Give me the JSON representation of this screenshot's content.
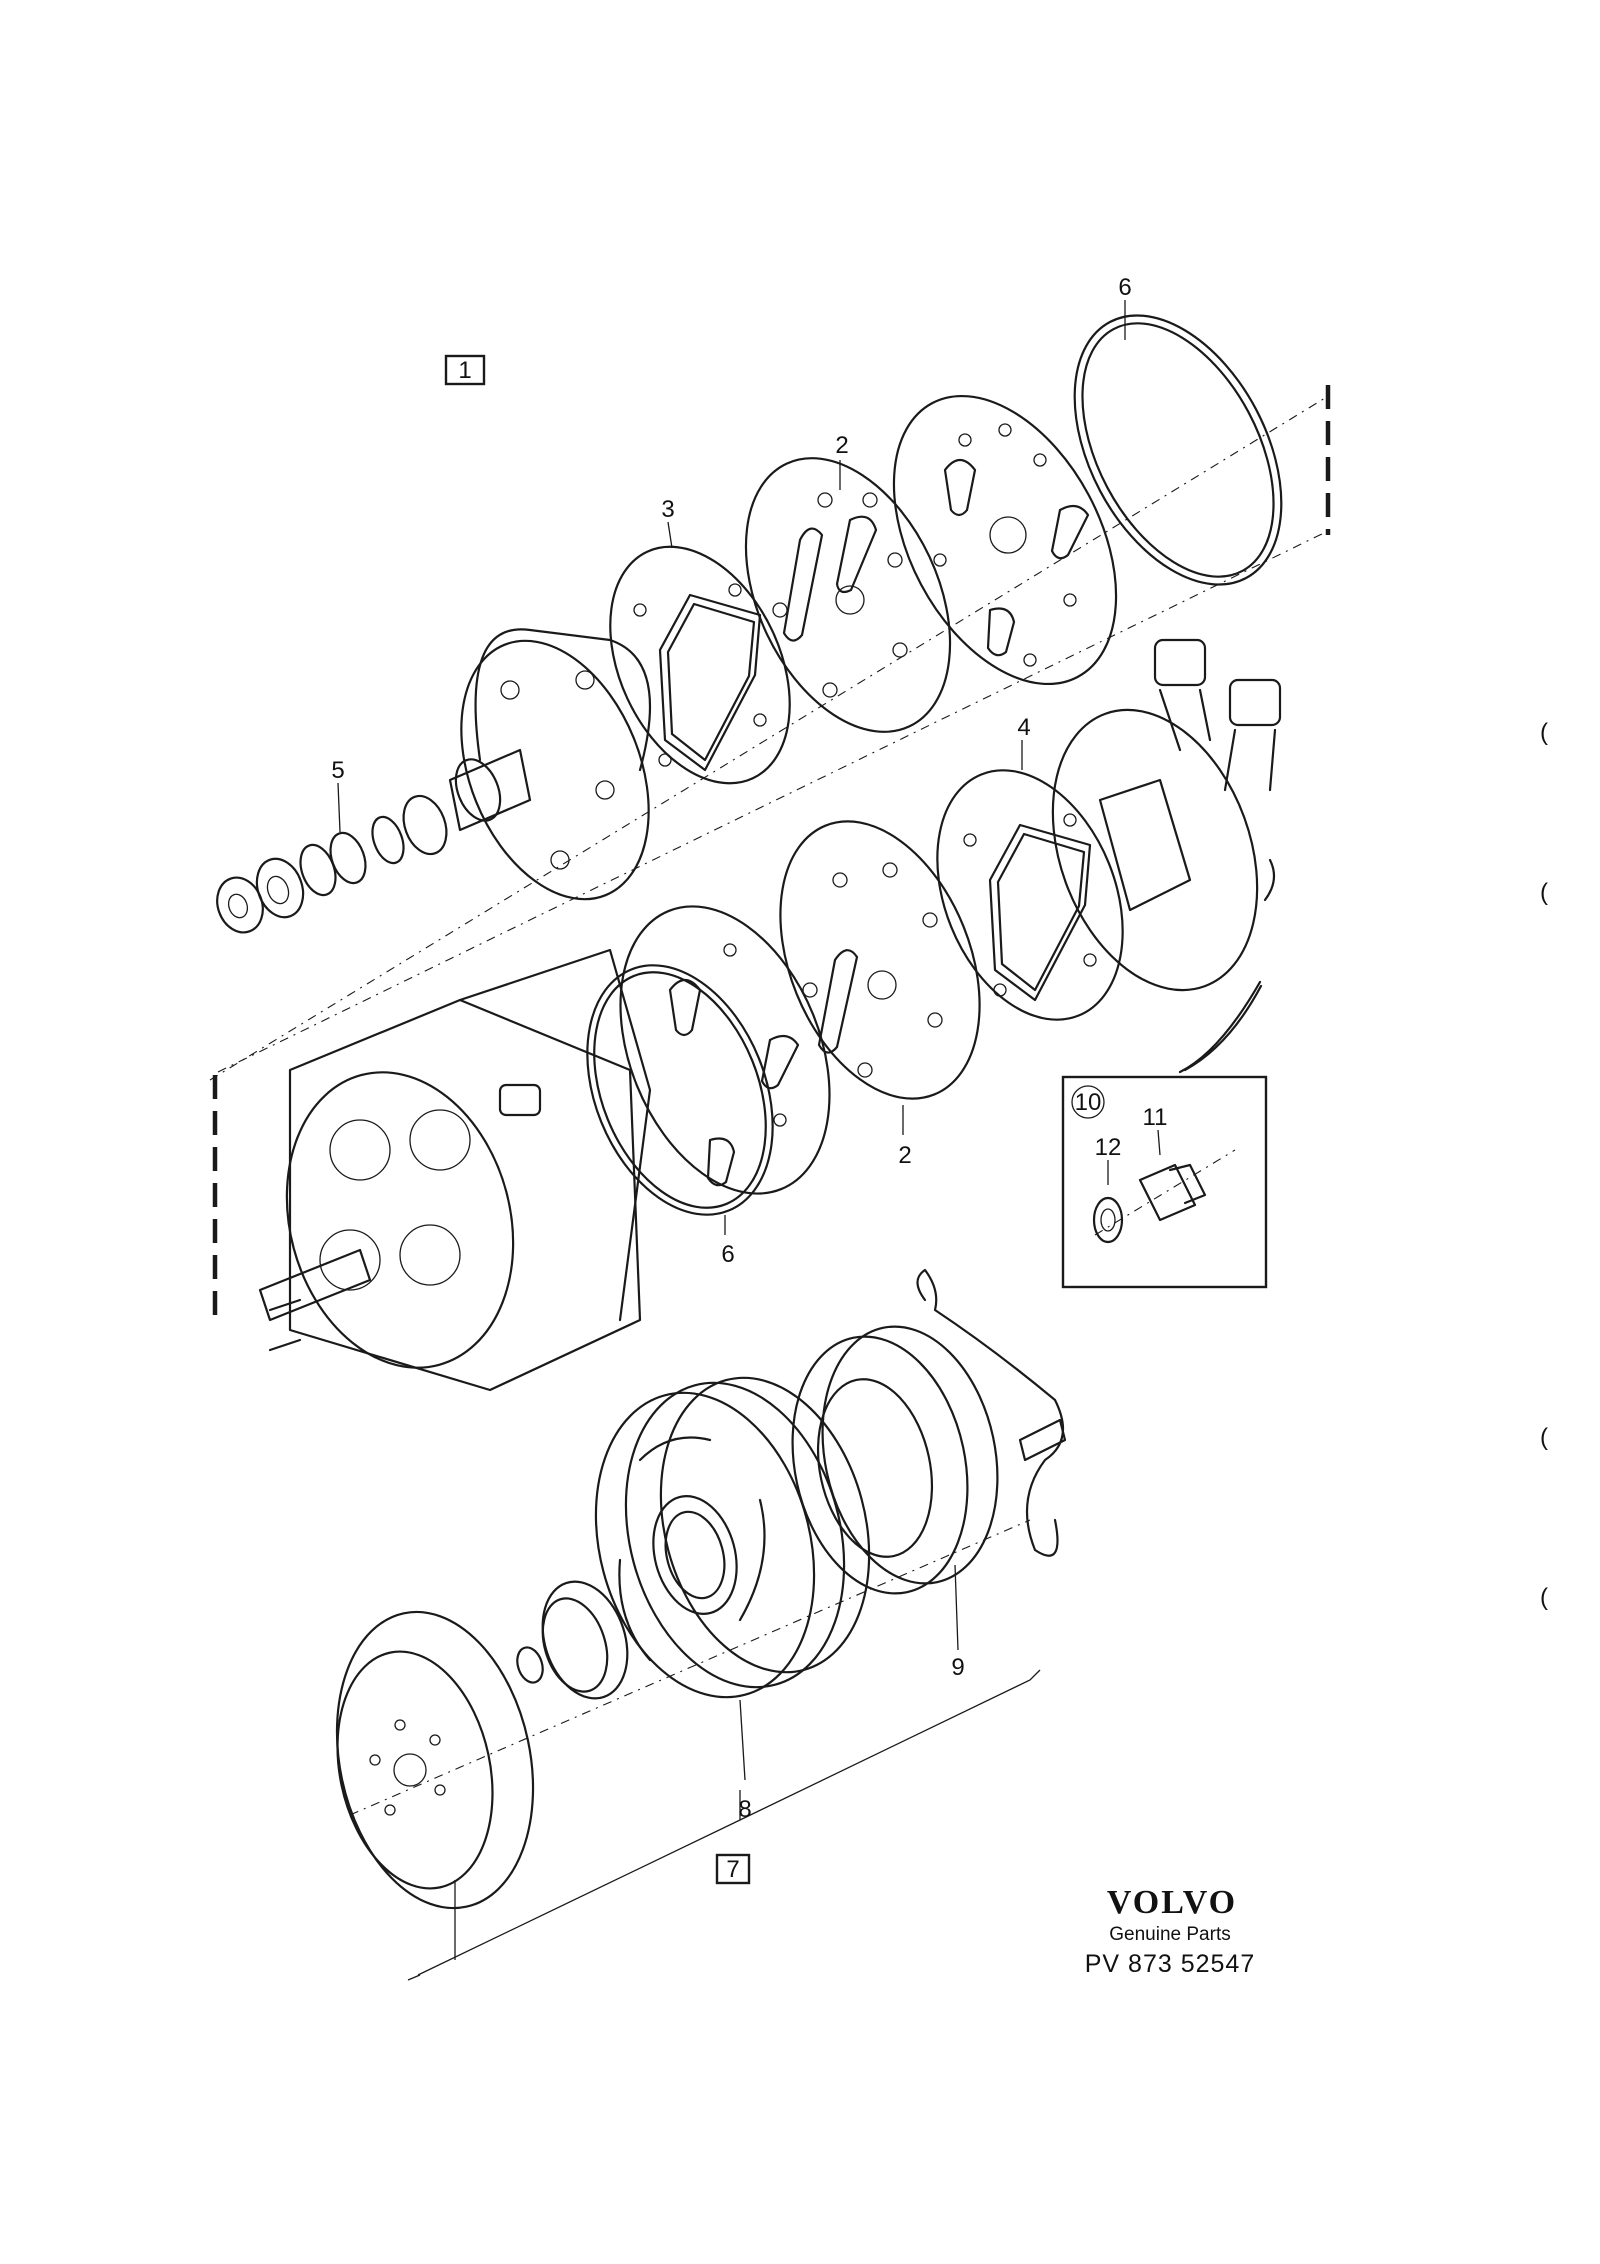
{
  "callouts": {
    "c1": "1",
    "c2a": "2",
    "c2b": "2",
    "c3": "3",
    "c4": "4",
    "c5": "5",
    "c6a": "6",
    "c6b": "6",
    "c7": "7",
    "c8": "8",
    "c9": "9",
    "c10": "10",
    "c11": "11",
    "c12": "12"
  },
  "brand": {
    "name": "VOLVO",
    "tagline": "Genuine Parts",
    "reference": "PV 873 52547"
  },
  "margin_marks": [
    "(",
    "(",
    "(",
    "("
  ]
}
